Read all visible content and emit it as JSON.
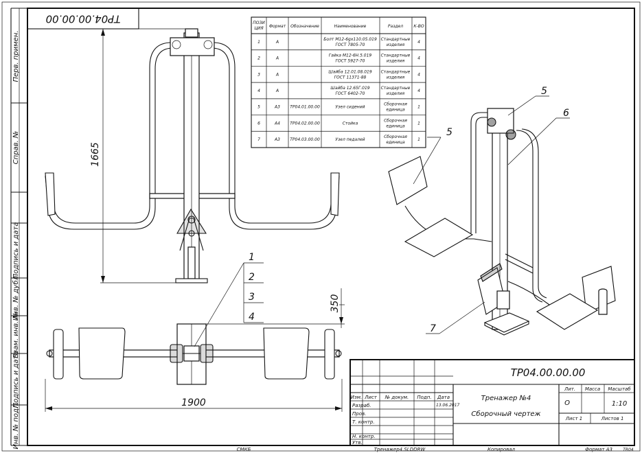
{
  "drawing_code": "ТР04.00.00.00",
  "side_strip": {
    "perv_primen": "Перв. примен.",
    "sprav_no": "Справ. №",
    "podp_data_1": "Подпись и дата",
    "inv_dubl": "Инв. № дубл.",
    "vzam_inv": "Взам. инв. №",
    "podp_data_2": "Подпись и дата",
    "inv_podl": "Инв. № подл."
  },
  "spec_table": {
    "headers": {
      "pos": "ПОЗИ ЦИЯ",
      "format": "Формат",
      "designation": "Обозначение",
      "name": "Наименование",
      "section": "Раздел",
      "qty": "К-ВО"
    },
    "rows": [
      {
        "pos": "1",
        "format": "А",
        "designation": "",
        "name": "Болт М12-6gх110.05.019 ГОСТ 7805-70",
        "section": "Стандартные изделия",
        "qty": "4"
      },
      {
        "pos": "2",
        "format": "А",
        "designation": "",
        "name": "Гайка М12-6Н.5.019 ГОСТ 5927-70",
        "section": "Стандартные изделия",
        "qty": "4"
      },
      {
        "pos": "3",
        "format": "А",
        "designation": "",
        "name": "Шайба 12.01.08.019 ГОСТ 11371-88",
        "section": "Стандартные изделия",
        "qty": "4"
      },
      {
        "pos": "4",
        "format": "А",
        "designation": "",
        "name": "Шайба 12.65Г.019 ГОСТ 6402-70",
        "section": "Стандартные изделия",
        "qty": "4"
      },
      {
        "pos": "5",
        "format": "А3",
        "designation": "ТР04.01.00.00",
        "name": "Узел сидений",
        "section": "Сборочная единица",
        "qty": "1"
      },
      {
        "pos": "6",
        "format": "А4",
        "designation": "ТР04.02.00.00",
        "name": "Стойка",
        "section": "Сборочная единица",
        "qty": "1"
      },
      {
        "pos": "7",
        "format": "А3",
        "designation": "ТР04.03.00.00",
        "name": "Узел педалей",
        "section": "Сборочная единица",
        "qty": "1"
      }
    ]
  },
  "dimensions": {
    "height": "1665",
    "width": "1900",
    "depth": "350"
  },
  "leaders": {
    "front": [
      "1",
      "2",
      "3",
      "4"
    ],
    "iso": [
      "5",
      "6",
      "5",
      "7"
    ]
  },
  "title_block": {
    "title": "Тренажер №4",
    "subtitle": "Сборочный чертеж",
    "lit_label": "Лит.",
    "massa_label": "Масса",
    "masshtab_label": "Масштаб",
    "lit_value": "О",
    "scale": "1:10",
    "list": "Лист 1",
    "listov": "Листов 1",
    "izm": "Изм.",
    "list_col": "Лист",
    "doc_no": "№ докум.",
    "podp": "Подп.",
    "data": "Дата",
    "razrab": "Разраб.",
    "prov": "Пров.",
    "t_kontr": "Т. контр.",
    "n_kontr": "Н. контр.",
    "utv": "Утв.",
    "date_value": "13.06.2017"
  },
  "footer": {
    "left": "СМКБ",
    "file": "Тренажер4.SLDDRW",
    "copied": "Копировал",
    "format": "Формат А3",
    "corner": "TR04"
  }
}
